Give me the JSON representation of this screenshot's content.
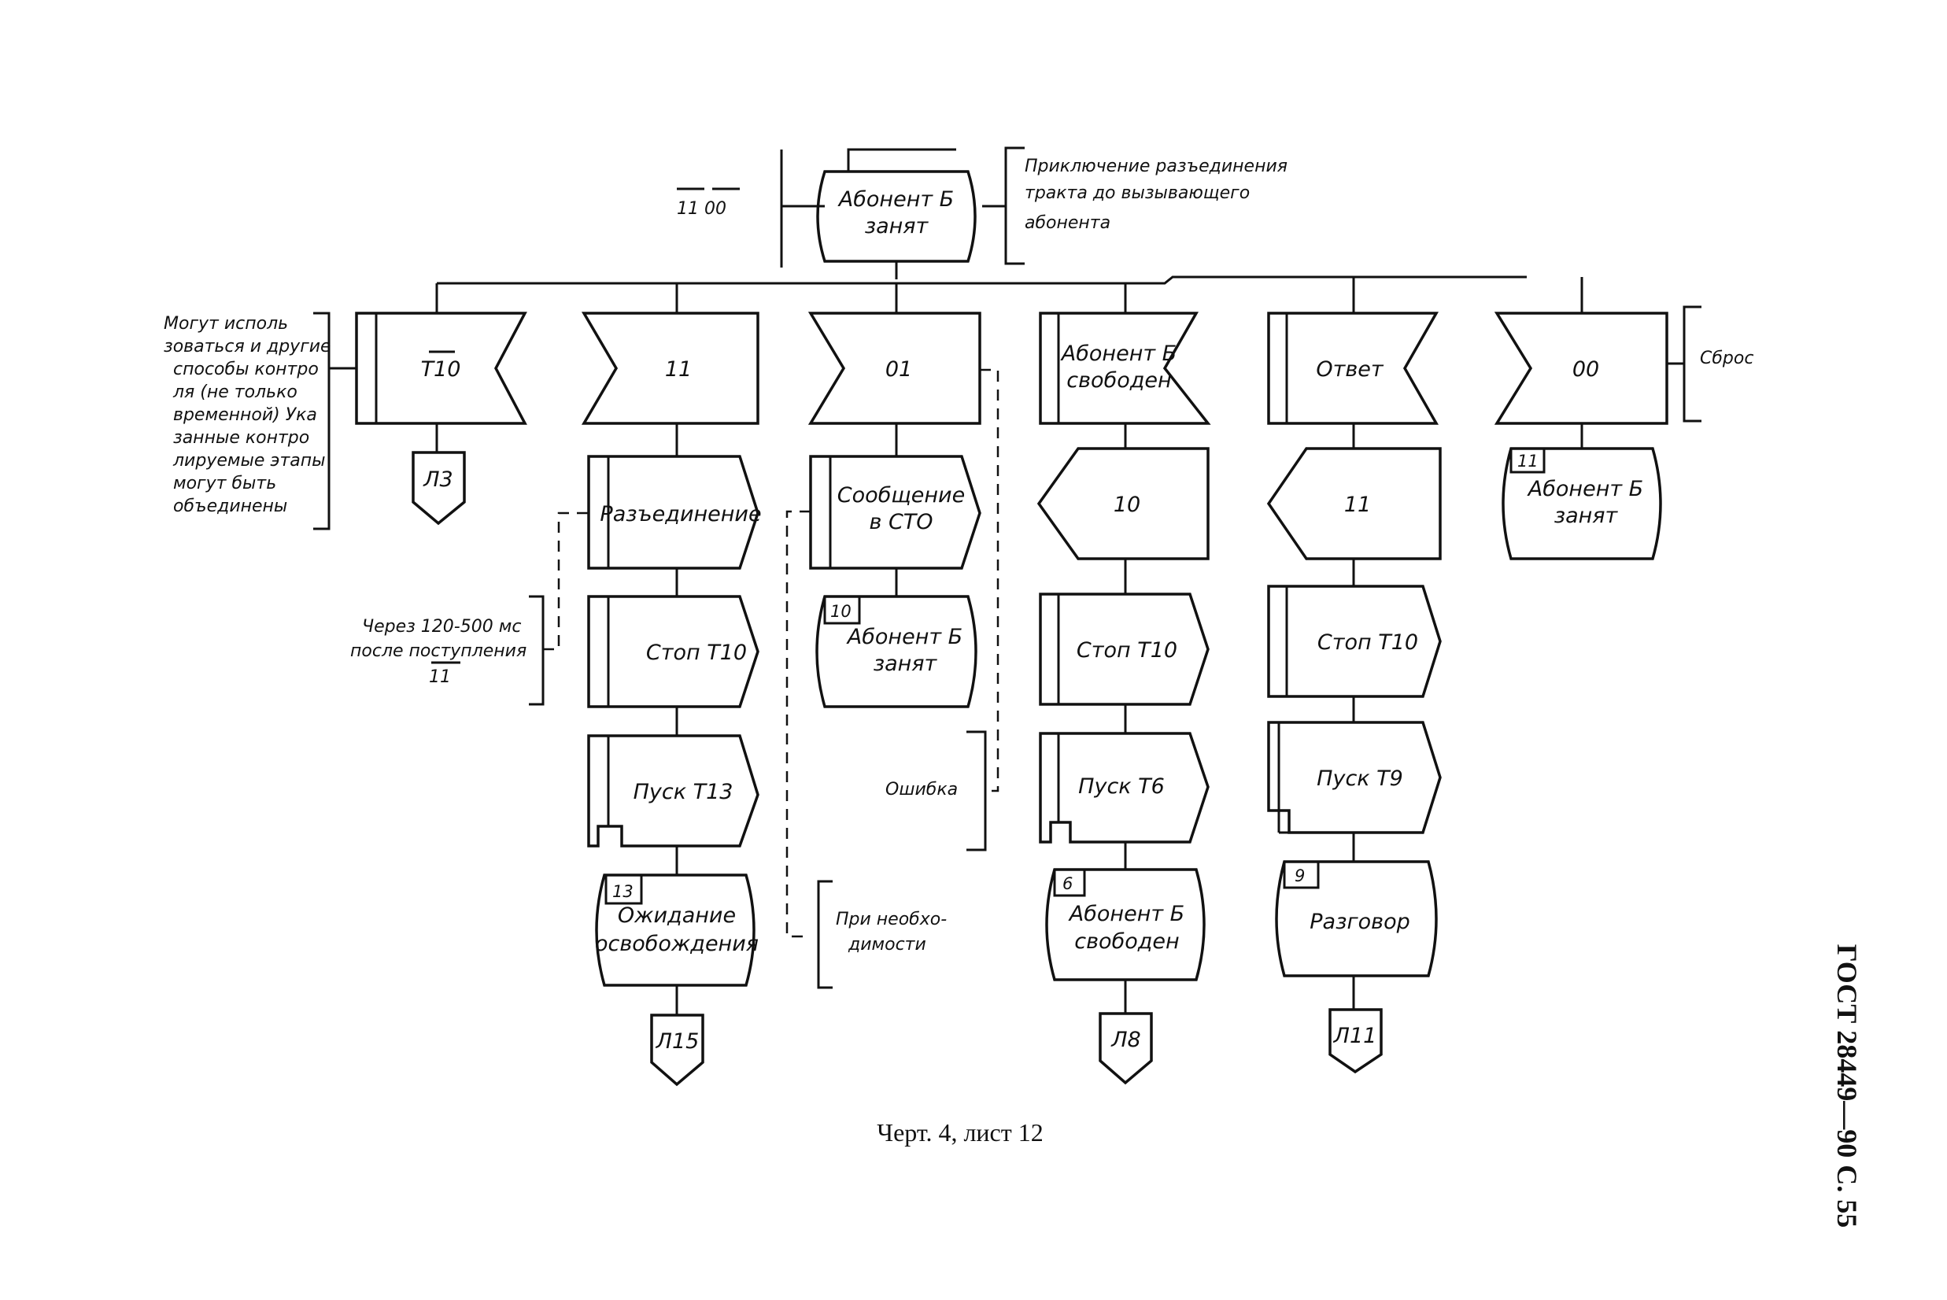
{
  "top": {
    "state": [
      "Абонент Б",
      "занят"
    ],
    "left_note": "11     00",
    "right_note": [
      "Приключение разъединения",
      "тракта до вызывающего",
      "абонента"
    ]
  },
  "branches": {
    "t10": {
      "signal": "T10",
      "connector": "Л3"
    },
    "b11": {
      "signal": "11",
      "task1": "Разъединение",
      "task2": "Стоп T10",
      "task3": "Пуск T13",
      "state_num": "13",
      "state": [
        "Ожидание",
        "освобождения"
      ],
      "connector": "Л15"
    },
    "b01": {
      "signal": "01",
      "task1": [
        "Сообщение",
        "в СТО"
      ],
      "state_num": "10",
      "state": [
        "Абонент Б",
        "занят"
      ]
    },
    "free": {
      "signal": [
        "Абонент Б",
        "свободен"
      ],
      "send": "10",
      "task2": "Стоп T10",
      "task3": "Пуск T6",
      "state_num": "6",
      "state": [
        "Абонент Б",
        "свободен"
      ],
      "connector": "Л8"
    },
    "answer": {
      "signal": "Ответ",
      "send": "11",
      "task2": "Стоп T10",
      "task3": "Пуск T9",
      "state_num": "9",
      "state": "Разговор",
      "connector": "Л11"
    },
    "b00": {
      "signal": "00",
      "state_num": "11",
      "state": [
        "Абонент Б",
        "занят"
      ]
    }
  },
  "notes": {
    "left": [
      "Могут исполь",
      "зоваться и другие",
      "способы контро",
      "ля (не только",
      "временной) Ука",
      "занные контро",
      "лируемые этапы",
      "могут быть",
      "объединены"
    ],
    "delay": [
      "Через 120-500 мс",
      "после поступления",
      "11"
    ],
    "error": "Ошибка",
    "if_needed": [
      "При необхо-",
      "димости"
    ],
    "reset": "Сброс"
  },
  "caption": "Черт. 4, лист 12",
  "side_label": "ГОСТ 28449—90 С. 55"
}
